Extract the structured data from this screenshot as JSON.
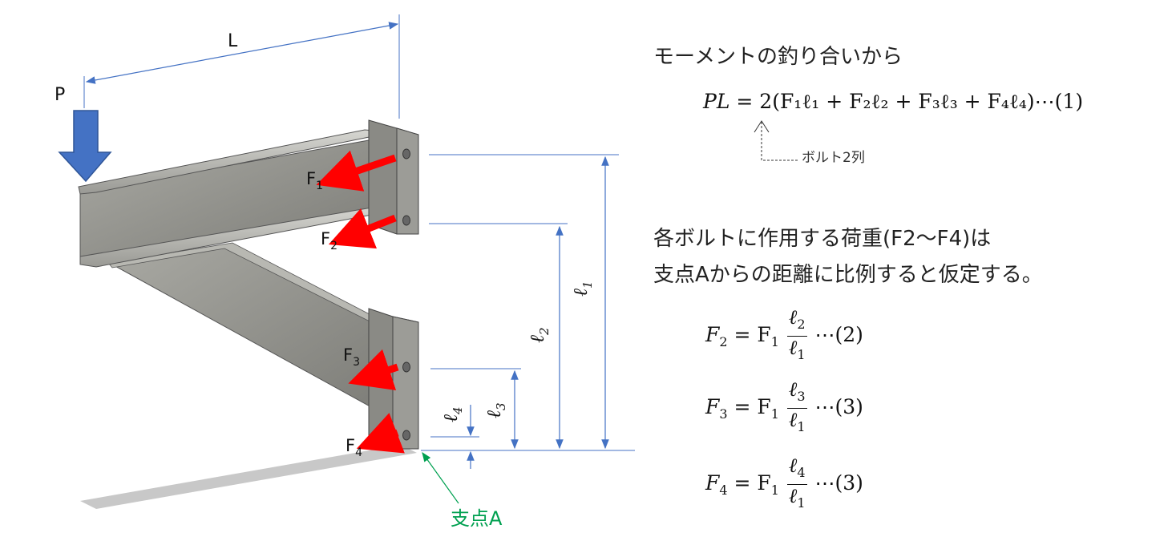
{
  "labels": {
    "load": "P",
    "length": "L",
    "forces": [
      "F1",
      "F2",
      "F3",
      "F4"
    ],
    "distances": [
      "ℓ1",
      "ℓ2",
      "ℓ3",
      "ℓ4"
    ],
    "fulcrum": "支点A"
  },
  "text": {
    "moment_heading": "モーメントの釣り合いから",
    "moment_equation": {
      "lhs": "PL",
      "rhs": "= 2(F₁ℓ₁ + F₂ℓ₂ + F₃ℓ₃ + F₄ℓ₄)⋯(1)"
    },
    "bolt_note": "ボルト2列",
    "assumption_line1": "各ボルトに作用する荷重(F2〜F4)は",
    "assumption_line2": "支点Aからの距離に比例すると仮定する。",
    "equations": [
      {
        "lhs": "F",
        "lhs_sub": "2",
        "eq": "= F",
        "eq_sub": "1",
        "num": "ℓ",
        "num_sub": "2",
        "den": "ℓ",
        "den_sub": "1",
        "tag": "⋯(2)"
      },
      {
        "lhs": "F",
        "lhs_sub": "3",
        "eq": "= F",
        "eq_sub": "1",
        "num": "ℓ",
        "num_sub": "3",
        "den": "ℓ",
        "den_sub": "1",
        "tag": "⋯(3)"
      },
      {
        "lhs": "F",
        "lhs_sub": "4",
        "eq": "= F",
        "eq_sub": "1",
        "num": "ℓ",
        "num_sub": "4",
        "den": "ℓ",
        "den_sub": "1",
        "tag": "⋯(3)"
      }
    ]
  },
  "colors": {
    "dimension_line": "#4472c4",
    "load_arrow": "#4472c4",
    "force_arrow": "#ff0000",
    "fulcrum": "#00a050",
    "steel": "#8e8e88",
    "shadow": "#c8c8c8"
  }
}
